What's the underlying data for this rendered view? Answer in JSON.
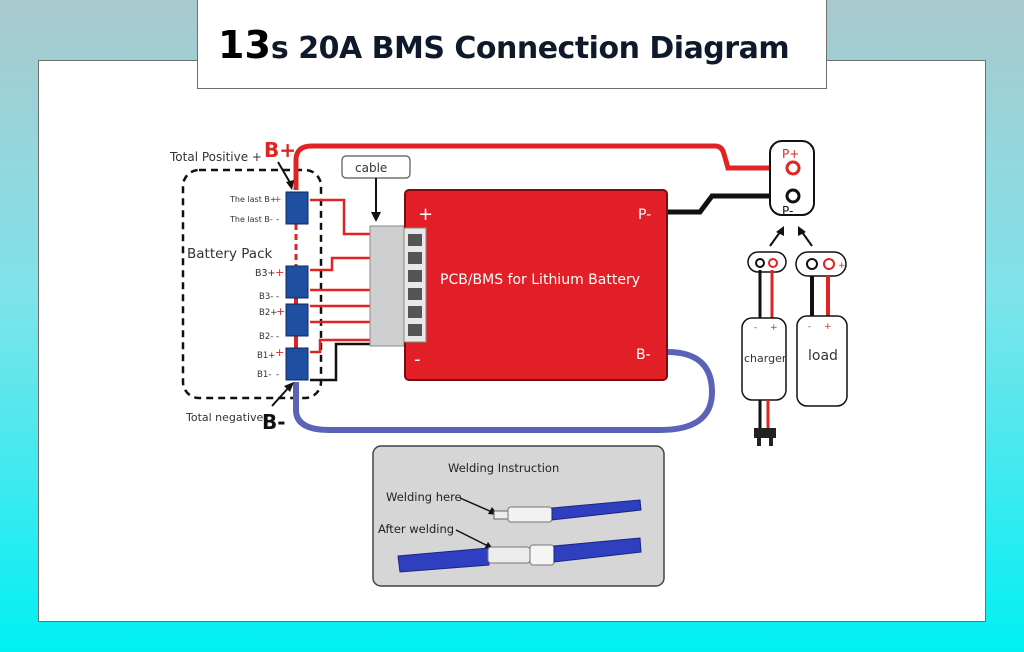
{
  "title": {
    "number": "13",
    "rest": "s 20A BMS Connection Diagram"
  },
  "battery_pack": {
    "label": "Battery Pack",
    "total_positive_label": "Total Positive +",
    "total_negative_label": "Total negative-",
    "b_plus": "B+",
    "b_minus": "B-",
    "last_b_plus": "The last B+",
    "last_b_minus": "The last B-",
    "b3_plus": "B3+",
    "b3_minus": "B3-",
    "b2_plus": "B2+",
    "b2_minus": "B2-",
    "b1_plus": "B1+",
    "b1_minus": "B1-",
    "plus_sign": "+",
    "minus_sign": "-"
  },
  "cable_label": "cable",
  "bms": {
    "label": "PCB/BMS for Lithium Battery",
    "plus": "+",
    "minus": "-",
    "p_minus": "P-",
    "b_minus": "B-"
  },
  "output": {
    "p_plus": "P+",
    "p_minus": "P-",
    "charger_label": "charger",
    "load_label": "load",
    "plus": "+",
    "minus": "-"
  },
  "welding": {
    "title": "Welding Instruction",
    "welding_here": "Welding here",
    "after_welding": "After welding"
  },
  "colors": {
    "bms_red": "#e21f26",
    "wire_red": "#e02424",
    "wire_blue": "#5b63b8",
    "cell_blue": "#1f4fa0",
    "background_top": "#a9c9cd",
    "background_bottom": "#00f0f4"
  }
}
